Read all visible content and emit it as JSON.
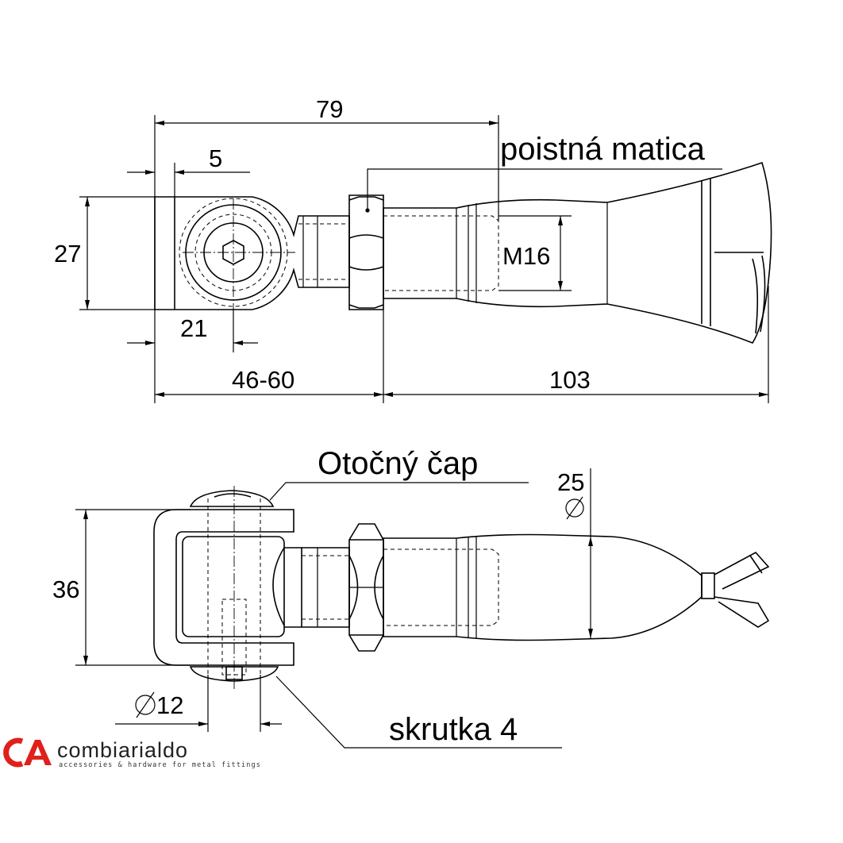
{
  "top_view": {
    "dims": {
      "overall": "79",
      "offset": "5",
      "height": "27",
      "eye": "21",
      "thread_range": "46-60",
      "handle": "103",
      "thread": "M16"
    },
    "label_locknut": "poistná matica"
  },
  "bottom_view": {
    "dims": {
      "height": "36",
      "handle_dia": "25",
      "pin_dia": "12"
    },
    "label_pin": "Otočný čap",
    "label_screw": "skrutka 4"
  },
  "logo": {
    "name": "combiarialdo",
    "tagline": "accessories & hardware for metal fittings",
    "color": "#e0201b"
  }
}
